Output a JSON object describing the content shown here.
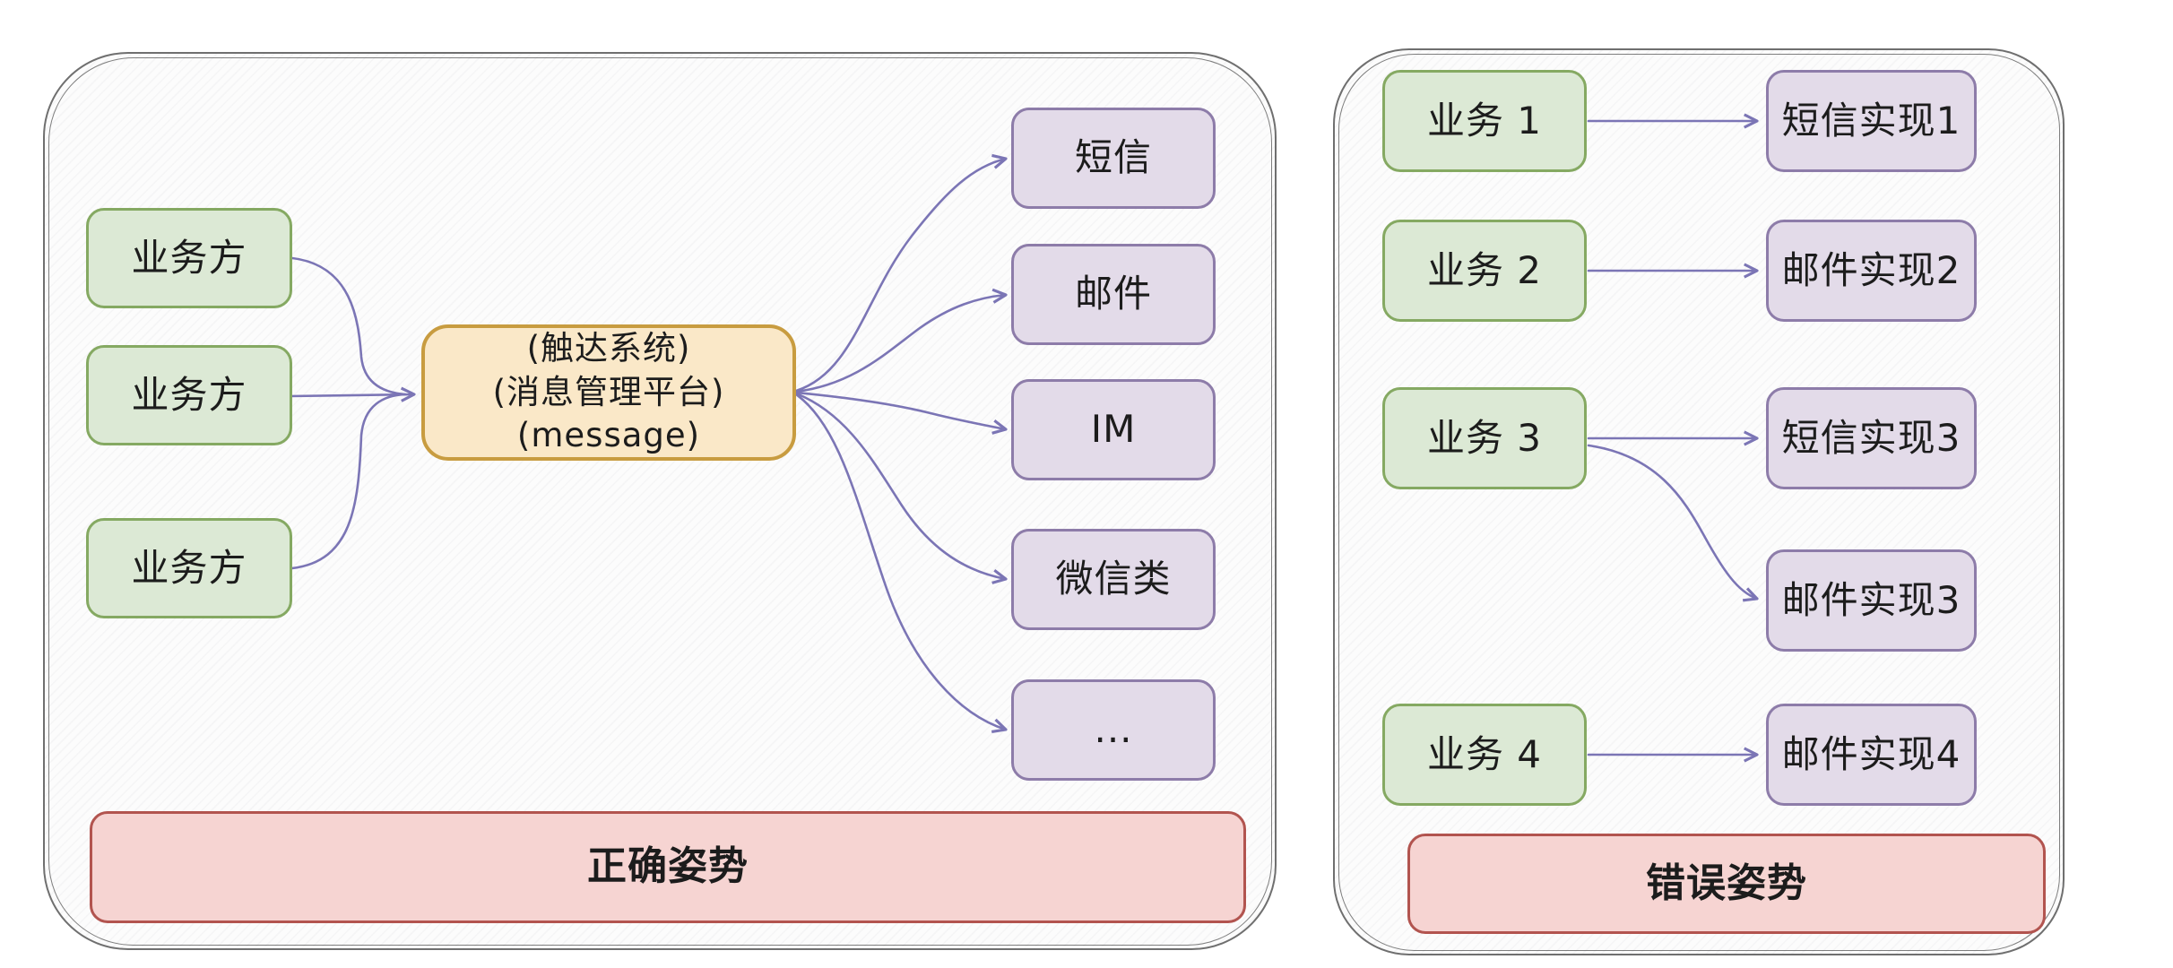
{
  "left_panel": {
    "caption": "正确姿势",
    "sources": [
      "业务方",
      "业务方",
      "业务方"
    ],
    "hub": [
      "(触达系统)",
      "(消息管理平台)",
      "(message)"
    ],
    "channels": [
      "短信",
      "邮件",
      "IM",
      "微信类",
      "..."
    ],
    "edges": [
      "业务方#1 → 消息管理平台",
      "业务方#2 → 消息管理平台",
      "业务方#3 → 消息管理平台",
      "消息管理平台 → 短信",
      "消息管理平台 → 邮件",
      "消息管理平台 → IM",
      "消息管理平台 → 微信类",
      "消息管理平台 → ..."
    ]
  },
  "right_panel": {
    "caption": "错误姿势",
    "services": [
      "业务 1",
      "业务 2",
      "业务 3",
      "业务 4"
    ],
    "implementations": [
      "短信实现1",
      "邮件实现2",
      "短信实现3",
      "邮件实现3",
      "邮件实现4"
    ],
    "edges": [
      "业务 1 → 短信实现1",
      "业务 2 → 邮件实现2",
      "业务 3 → 短信实现3",
      "业务 3 → 邮件实现3",
      "业务 4 → 邮件实现4"
    ]
  },
  "colors": {
    "source_fill": "#dce9d5",
    "source_border": "#85a962",
    "channel_fill": "#e3dbe9",
    "channel_border": "#8d7ca9",
    "hub_fill": "#fae8c8",
    "hub_border": "#c89c40",
    "caption_fill": "#f6d4d2",
    "caption_border": "#b2544f",
    "arrow": "#7b75b5",
    "panel_border": "#6f6f6f",
    "text": "#1c1c1c"
  }
}
